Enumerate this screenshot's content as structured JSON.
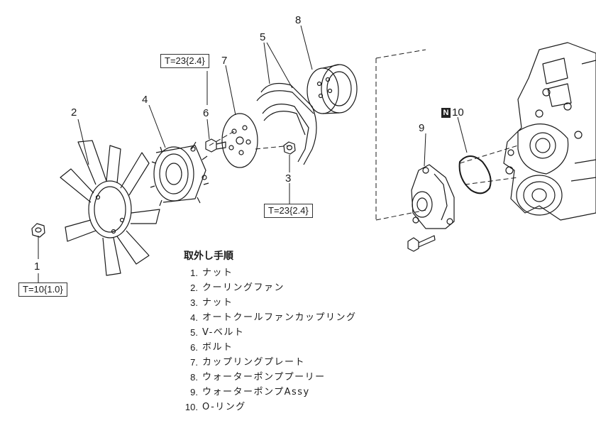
{
  "callouts": [
    {
      "id": "1",
      "label": "1"
    },
    {
      "id": "2",
      "label": "2"
    },
    {
      "id": "3",
      "label": "3"
    },
    {
      "id": "4",
      "label": "4"
    },
    {
      "id": "5",
      "label": "5"
    },
    {
      "id": "6",
      "label": "6"
    },
    {
      "id": "7",
      "label": "7"
    },
    {
      "id": "8",
      "label": "8"
    },
    {
      "id": "9",
      "label": "9"
    },
    {
      "id": "10",
      "label": "10"
    }
  ],
  "torque": {
    "part1": "T=10{1.0}",
    "part3": "T=23{2.4}",
    "part6": "T=23{2.4}"
  },
  "badge": {
    "letter": "N",
    "label": "10"
  },
  "procedure": {
    "title": "取外し手順",
    "steps": [
      {
        "num": "1.",
        "name": "ナット"
      },
      {
        "num": "2.",
        "name": "クーリングファン"
      },
      {
        "num": "3.",
        "name": "ナット"
      },
      {
        "num": "4.",
        "name": "オートクールファンカップリング"
      },
      {
        "num": "5.",
        "name": "V-ベルト"
      },
      {
        "num": "6.",
        "name": "ボルト"
      },
      {
        "num": "7.",
        "name": "カップリングプレート"
      },
      {
        "num": "8.",
        "name": "ウォーターポンププーリー"
      },
      {
        "num": "9.",
        "name": "ウォーターポンプAssy"
      },
      {
        "num": "10.",
        "name": "O-リング"
      }
    ]
  }
}
